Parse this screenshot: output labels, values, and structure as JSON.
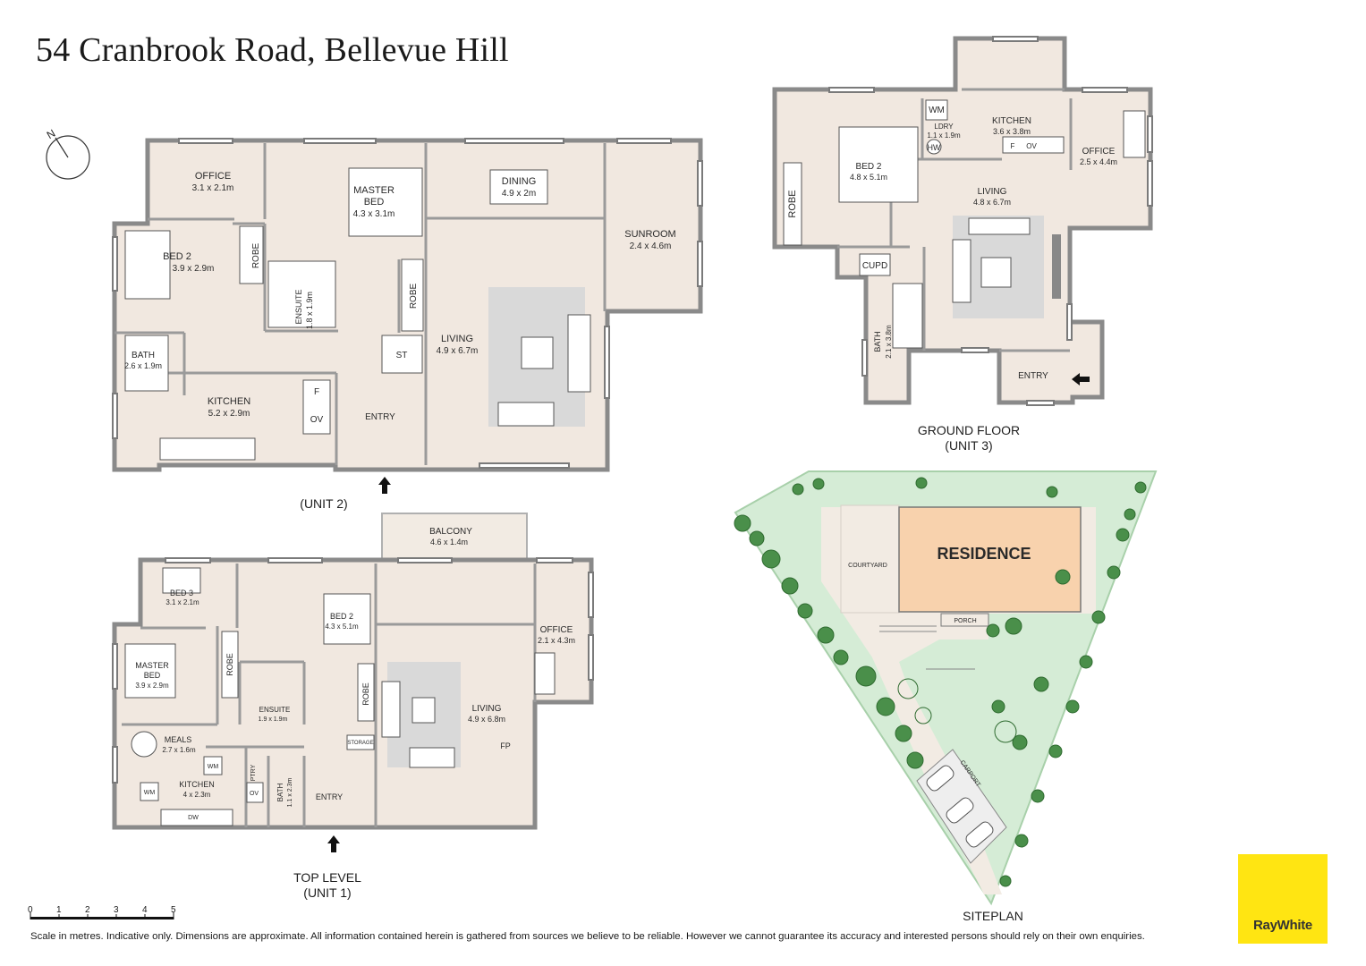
{
  "title": "54 Cranbrook Road, Bellevue Hill",
  "compass": {
    "label": "N"
  },
  "unit2": {
    "caption": "(UNIT 2)",
    "rooms": {
      "office": {
        "name": "OFFICE",
        "dim": "3.1 x 2.1m"
      },
      "master": {
        "name1": "MASTER",
        "name2": "BED",
        "dim": "4.3 x 3.1m"
      },
      "dining": {
        "name": "DINING",
        "dim": "4.9 x 2m"
      },
      "sunroom": {
        "name": "SUNROOM",
        "dim": "2.4 x 4.6m"
      },
      "bed2": {
        "name": "BED 2",
        "dim": "3.9 x 2.9m"
      },
      "robe1": "ROBE",
      "robe2": "ROBE",
      "ensuite": {
        "name": "ENSUITE",
        "dim": "1.8 x 1.9m"
      },
      "living": {
        "name": "LIVING",
        "dim": "4.9 x 6.7m"
      },
      "bath": {
        "name": "BATH",
        "dim": "2.6 x 1.9m"
      },
      "st": "ST",
      "kitchen": {
        "name": "KITCHEN",
        "dim": "5.2 x 2.9m"
      },
      "fridge": "F",
      "oven": "OV",
      "entry": "ENTRY"
    }
  },
  "unit3": {
    "caption1": "GROUND FLOOR",
    "caption2": "(UNIT 3)",
    "rooms": {
      "wm": "WM",
      "ldry": {
        "name": "LDRY",
        "dim": "1.1 x 1.9m"
      },
      "hw": "HW",
      "kitchen": {
        "name": "KITCHEN",
        "dim": "3.6 x 3.8m"
      },
      "fridge": "F",
      "oven": "OV",
      "office": {
        "name": "OFFICE",
        "dim": "2.5 x 4.4m"
      },
      "bed2": {
        "name": "BED 2",
        "dim": "4.8 x 5.1m"
      },
      "robe": "ROBE",
      "living": {
        "name": "LIVING",
        "dim": "4.8 x 6.7m"
      },
      "cupd": "CUPD",
      "bath": {
        "name": "BATH",
        "dim": "2.1 x 3.8m"
      },
      "entry": "ENTRY"
    }
  },
  "unit1": {
    "caption1": "TOP LEVEL",
    "caption2": "(UNIT 1)",
    "rooms": {
      "balcony": {
        "name": "BALCONY",
        "dim": "4.6 x 1.4m"
      },
      "bed3": {
        "name": "BED 3",
        "dim": "3.1 x 2.1m"
      },
      "bed2": {
        "name": "BED 2",
        "dim": "4.3 x 5.1m"
      },
      "office": {
        "name": "OFFICE",
        "dim": "2.1 x 4.3m"
      },
      "master": {
        "name1": "MASTER",
        "name2": "BED",
        "dim": "3.9 x 2.9m"
      },
      "robe1": "ROBE",
      "robe2": "ROBE",
      "ensuite": {
        "name": "ENSUITE",
        "dim": "1.9 x 1.9m"
      },
      "living": {
        "name": "LIVING",
        "dim": "4.9 x 6.8m"
      },
      "fp": "FP",
      "meals": {
        "name": "MEALS",
        "dim": "2.7 x 1.6m"
      },
      "wm1": "WM",
      "wm2": "WM",
      "ptry": "PTRY",
      "storage": "STORAGE",
      "kitchen": {
        "name": "KITCHEN",
        "dim": "4 x 2.3m"
      },
      "oven": "OV",
      "dw": "DW",
      "bath": {
        "name": "BATH",
        "dim": "1.1 x 2.3m"
      },
      "entry": "ENTRY"
    }
  },
  "siteplan": {
    "caption": "SITEPLAN",
    "residence": "RESIDENCE",
    "courtyard": "COURTYARD",
    "porch": "PORCH",
    "carport": "CARPORT"
  },
  "scale": {
    "ticks": [
      "0",
      "1",
      "2",
      "3",
      "4",
      "5"
    ]
  },
  "disclaimer": "Scale in metres. Indicative only. Dimensions are approximate. All information contained herein is gathered from sources we believe to be reliable. However we cannot guarantee its accuracy and interested persons should rely on their own enquiries.",
  "brand": "RayWhite",
  "colors": {
    "floor": "#f1e8e0",
    "wall": "#8a8a8a",
    "living_rug": "#d9d9d9",
    "residence": "#f8d2ad",
    "lawn": "#d5ecd6",
    "paving": "#f2ebe3",
    "brand_yellow": "#ffe512"
  }
}
